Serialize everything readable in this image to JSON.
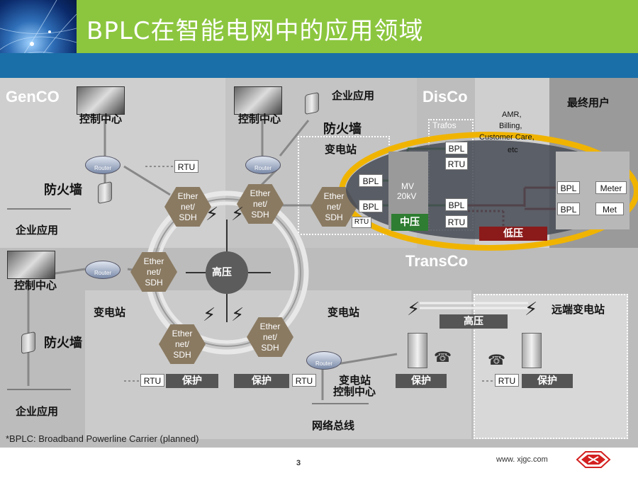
{
  "slide": {
    "title": "BPLC在智能电网中的应用领域",
    "page_number": "3",
    "website": "www. xjgc.com"
  },
  "zones": {
    "genco": "GenCO",
    "disco": "DisCo",
    "transco": "TransCo"
  },
  "labels": {
    "control_center_1": "控制中心",
    "control_center_2": "控制中心",
    "control_center_3": "控制中心",
    "enterprise_app_1": "企业应用",
    "enterprise_app_2": "企业应用",
    "enterprise_app_3": "企业应用",
    "firewall_1": "防火墙",
    "firewall_2": "防火墙",
    "firewall_3": "防火墙",
    "substation_1": "变电站",
    "substation_2": "变电站",
    "substation_3": "变电站",
    "remote_substation": "远端变电站",
    "end_user": "最终用户",
    "high_voltage_center": "高压",
    "high_voltage_line": "高压",
    "medium_voltage": "中压",
    "low_voltage": "低压",
    "substation_control_center_line1": "变电站",
    "substation_control_center_line2": "控制中心",
    "network_bus": "网络总线",
    "trafos": "Trafos",
    "amr": "AMR,",
    "billing": "Billing,",
    "customer_care": "Customer Care,",
    "etc": "etc",
    "mv_line1": "MV",
    "mv_line2": "20kV",
    "router": "Router",
    "footnote": "*BPLC: Broadband Powerline Carrier (planned)"
  },
  "boxes": {
    "rtu": "RTU",
    "bpl": "BPL",
    "meter": "Meter",
    "meter_cut": "Met",
    "protect": "保护"
  },
  "hex": {
    "line1": "Ether",
    "line2": "net/",
    "line3": "SDH"
  },
  "colors": {
    "title_green": "#8cc63f",
    "band_blue": "#1a6fa8",
    "bpl_green": "#2e7d32",
    "bpl_red": "#8b1a1a",
    "oval_yellow": "#f0b400"
  }
}
